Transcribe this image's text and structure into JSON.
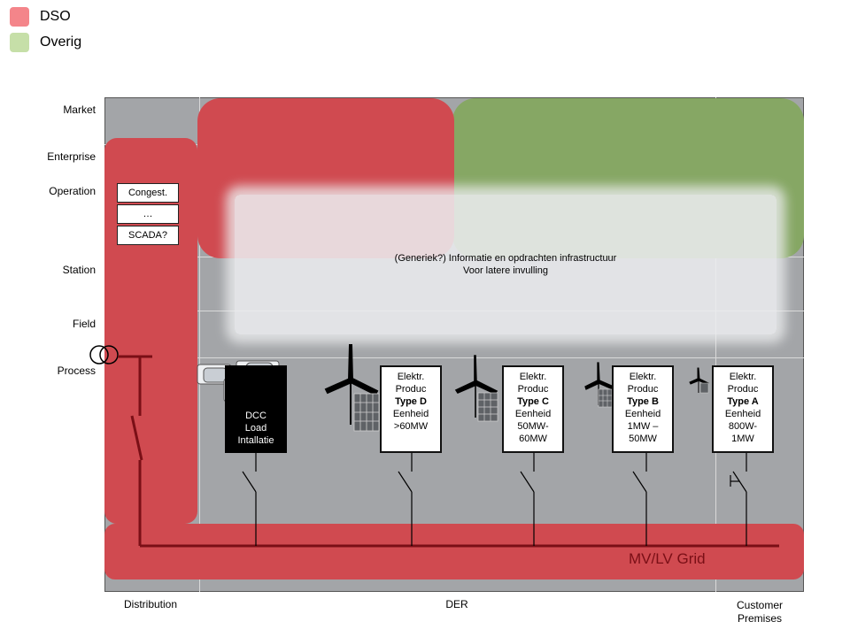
{
  "legend": [
    {
      "label": "DSO",
      "color": "#f4858a"
    },
    {
      "label": "Overig",
      "color": "#c6dfa8"
    }
  ],
  "zones": [
    "Market",
    "Enterprise",
    "Operation",
    "Station",
    "Field",
    "Process"
  ],
  "domains": {
    "distribution": "Distribution",
    "der": "DER",
    "customer_line1": "Customer",
    "customer_line2": "Premises"
  },
  "operation_boxes": [
    "Congest.",
    "…",
    "SCADA?"
  ],
  "infra": {
    "line1": "(Generiek?) Informatie en opdrachten infrastructuur",
    "line2": "Voor latere invulling"
  },
  "dcc": {
    "line1": "DCC",
    "line2": "Load",
    "line3": "Intallatie"
  },
  "der_units": [
    {
      "l1": "Elektr.",
      "l2": "Produc",
      "type": "Type D",
      "l3": "Eenheid",
      "l4": ">60MW",
      "l5": ""
    },
    {
      "l1": "Elektr.",
      "l2": "Produc",
      "type": "Type C",
      "l3": "Eenheid",
      "l4": "50MW-",
      "l5": "60MW"
    },
    {
      "l1": "Elektr.",
      "l2": "Produc",
      "type": "Type B",
      "l3": "Eenheid",
      "l4": "1MW –",
      "l5": "50MW"
    },
    {
      "l1": "Elektr.",
      "l2": "Produc",
      "type": "Type A",
      "l3": "Eenheid",
      "l4": "800W-",
      "l5": "1MW"
    }
  ],
  "grid_label": "MV/LV Grid",
  "colors": {
    "dso_block": "#d04a50",
    "other_block": "#86a764",
    "grid_background": "#a3a5a8",
    "line_dark_red": "#7a0f16"
  }
}
